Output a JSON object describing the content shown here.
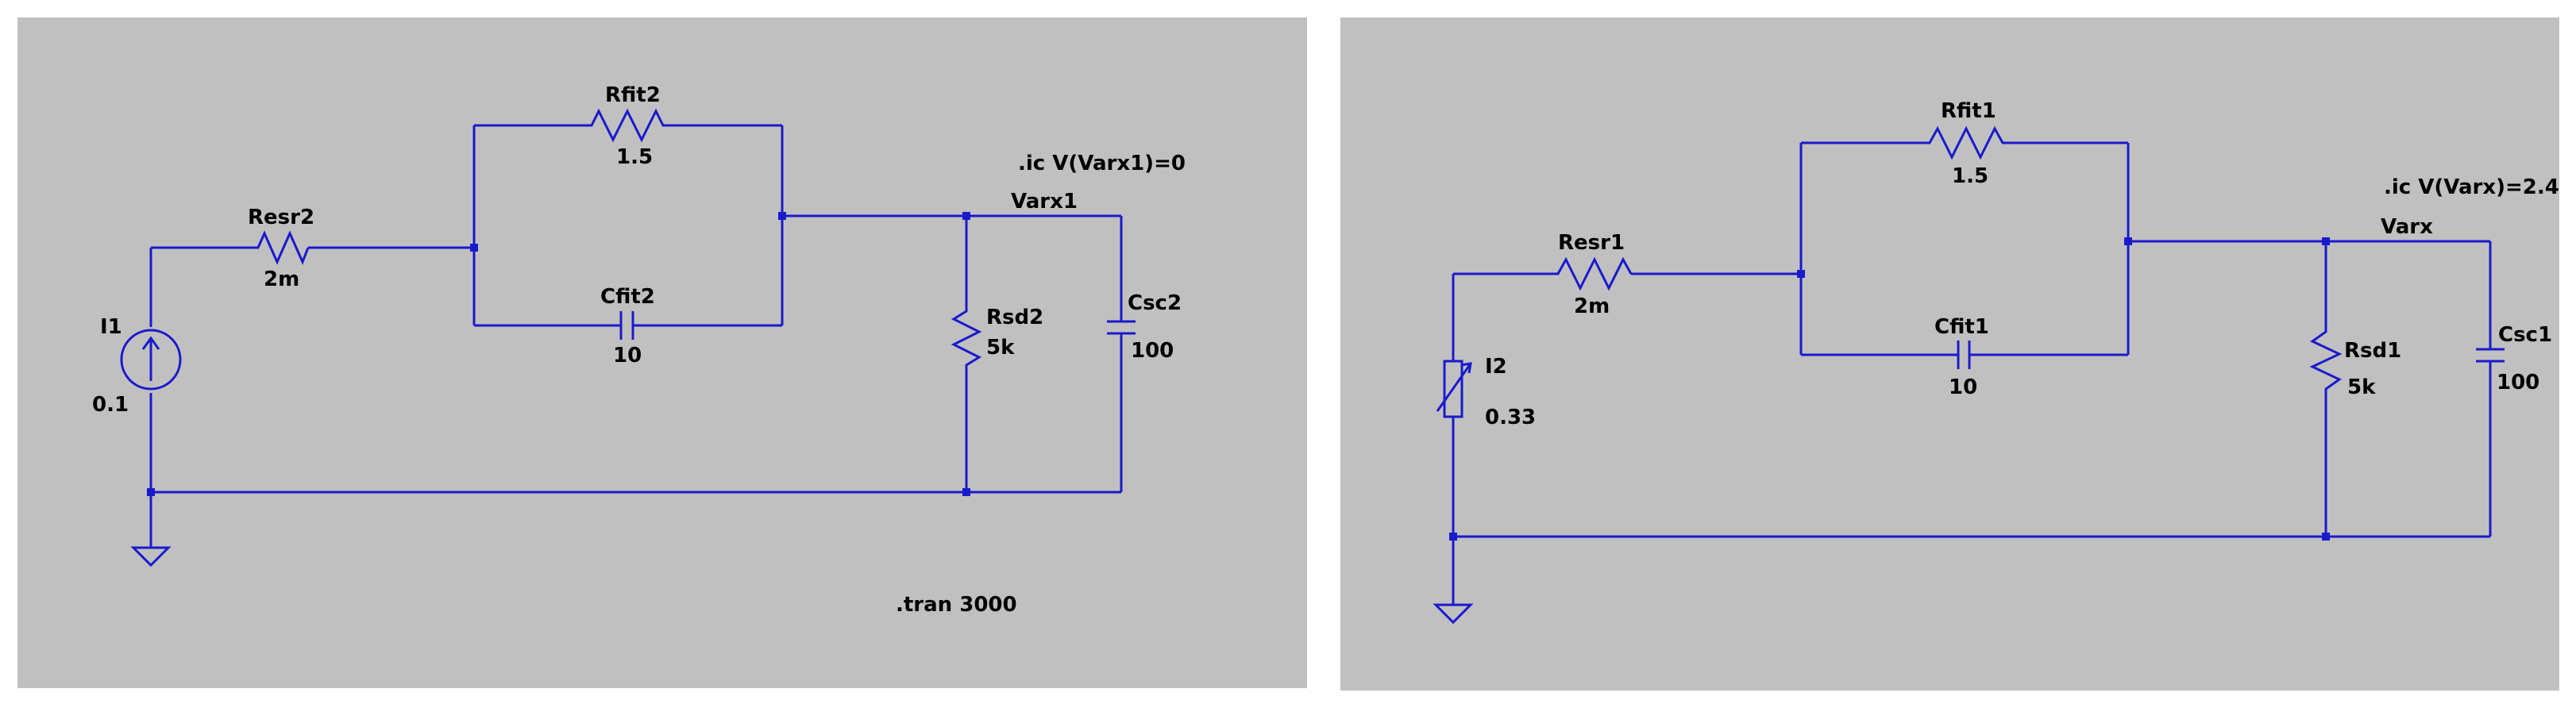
{
  "colors": {
    "background": "#c0c0c0",
    "wire": "#1a1acd",
    "text": "#000000",
    "page": "#ffffff"
  },
  "left": {
    "source": {
      "ref": "I1",
      "value": "0.1",
      "type": "current-source"
    },
    "resr": {
      "ref": "Resr2",
      "value": "2m"
    },
    "rfit": {
      "ref": "Rfit2",
      "value": "1.5"
    },
    "cfit": {
      "ref": "Cfit2",
      "value": "10"
    },
    "rsd": {
      "ref": "Rsd2",
      "value": "5k"
    },
    "csc": {
      "ref": "Csc2",
      "value": "100"
    },
    "net": "Varx1",
    "ic": ".ic V(Varx1)=0",
    "tran": ".tran 3000"
  },
  "right": {
    "source": {
      "ref": "I2",
      "value": "0.33",
      "type": "variable-current-source"
    },
    "resr": {
      "ref": "Resr1",
      "value": "2m"
    },
    "rfit": {
      "ref": "Rfit1",
      "value": "1.5"
    },
    "cfit": {
      "ref": "Cfit1",
      "value": "10"
    },
    "rsd": {
      "ref": "Rsd1",
      "value": "5k"
    },
    "csc": {
      "ref": "Csc1",
      "value": "100"
    },
    "net": "Varx",
    "ic": ".ic V(Varx)=2.4"
  }
}
